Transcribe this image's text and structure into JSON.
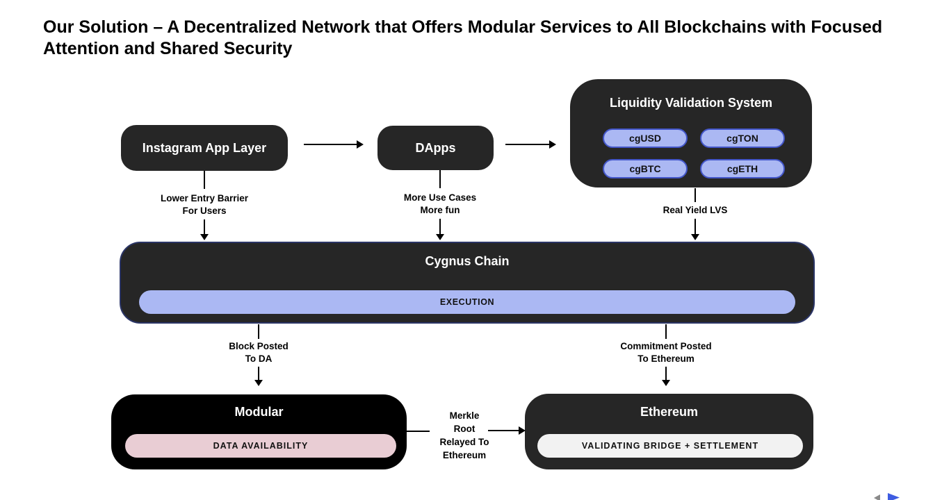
{
  "slide": {
    "title": "Our Solution – A Decentralized Network that Offers Modular Services to All Blockchains with Focused Attention and Shared Security"
  },
  "nodes": {
    "instagram": {
      "label": "Instagram App Layer"
    },
    "dapps": {
      "label": "DApps"
    },
    "lvs": {
      "title": "Liquidity Validation System",
      "pills": [
        "cgUSD",
        "cgTON",
        "cgBTC",
        "cgETH"
      ]
    },
    "cygnus": {
      "title": "Cygnus Chain",
      "pill": "EXECUTION"
    },
    "modular": {
      "title": "Modular",
      "pill": "DATA AVAILABILITY"
    },
    "ethereum": {
      "title": "Ethereum",
      "pill": "VALIDATING BRIDGE + SETTLEMENT"
    }
  },
  "connectors": {
    "instagram_to_cygnus": {
      "lines": [
        "Lower Entry Barrier",
        "For Users"
      ]
    },
    "dapps_to_cygnus": {
      "lines": [
        "More Use Cases",
        "More fun"
      ]
    },
    "lvs_to_cygnus": {
      "lines": [
        "Real Yield LVS"
      ]
    },
    "cygnus_to_modular": {
      "lines": [
        "Block Posted",
        "To DA"
      ]
    },
    "cygnus_to_ethereum": {
      "lines": [
        "Commitment Posted",
        "To Ethereum"
      ]
    },
    "modular_to_ethereum": {
      "lines": [
        "Merkle",
        "Root",
        "Relayed To",
        "Ethereum"
      ]
    }
  },
  "colors": {
    "dark_box": "#262626",
    "black_box": "#000000",
    "periwinkle": "#abb8f3",
    "periwinkle_border": "#4356c9",
    "pink": "#e9cdd4",
    "light_pill": "#f2f2f2",
    "cygnus_border": "#2b3566",
    "nav_blue": "#3e5ce1",
    "nav_gray": "#8a8a8a"
  }
}
